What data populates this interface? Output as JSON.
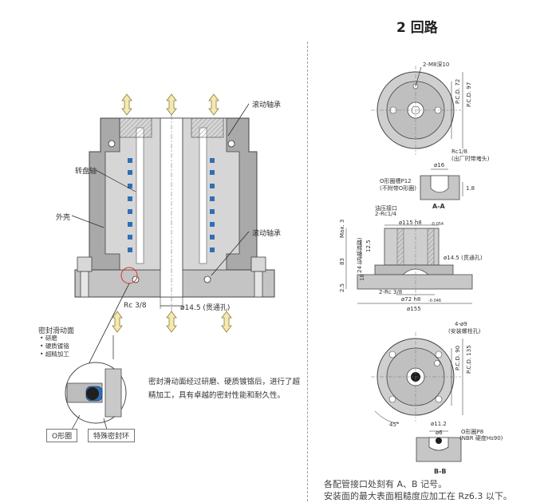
{
  "title": "2 回路",
  "labels": {
    "rolling_bearing_top": "滚动轴承",
    "rotary_shaft": "转盘轴",
    "housing": "外壳",
    "rolling_bearing_bottom": "滚动轴承",
    "rc": "Rc 3/8",
    "through_hole": "ø14.5 (贯通孔)",
    "sealing_surface": "密封滑动面",
    "oring": "O形圈",
    "special_seal": "特殊密封环"
  },
  "treatments": [
    "研磨",
    "硬质镀铬",
    "超精加工"
  ],
  "description": "密封滑动面经过研磨、硬质镀铬后，进行了超精加工，具有卓越的密封性能和耐久性。",
  "view_aa": {
    "tap": "2-M8深10",
    "pcd72": "P.C.D. 72",
    "pcd97": "P.C.D. 97",
    "rc18": "Rc1/8",
    "rc18_note": "(出厂时带堵头)",
    "d16": "ø16",
    "groove": "O形圈槽P12",
    "groove_note": "(不附带O形圈)",
    "dim18": "1.8",
    "label": "A-A"
  },
  "side_view": {
    "port": "油压接口",
    "port_spec": "2-Rc1/4",
    "max3": "Max. 3",
    "d115": "ø115 h8",
    "tol115": "-0.054",
    "d12": "12.5",
    "d24": "24 (内部流路)",
    "d83": "83",
    "through": "ø14.5 (贯通孔)",
    "rc38": "2-Rc 3/8",
    "d18": "18",
    "d25": "2.5",
    "d72": "ø72 h8",
    "tol72": "-0.046",
    "d155": "ø155"
  },
  "view_bb": {
    "holes": "4-ø9",
    "holes_note": "(安装螺栓孔)",
    "pcd90": "P.C.D. 90",
    "pcd135": "P.C.D. 135",
    "angle": "45°",
    "d112": "ø11.2",
    "d6": "ø6",
    "oring": "O形圈P8",
    "oring_note": "(NBR 硬度Hs90)",
    "label": "B-B"
  },
  "notes": [
    "各配管接口处刻有 A、B 记号。",
    "安装面的最大表面粗糙度应加工在 Rz6.3 以下。"
  ]
}
